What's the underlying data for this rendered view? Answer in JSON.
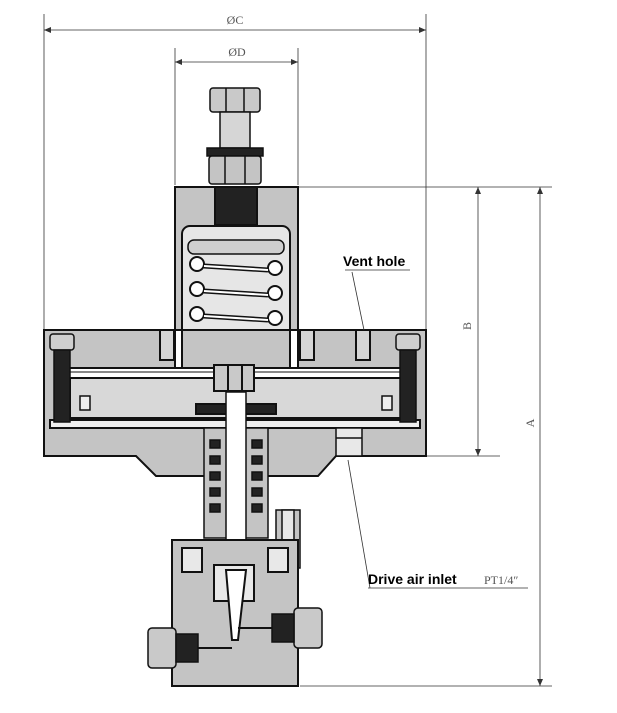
{
  "dimensions": {
    "c": "ØC",
    "d": "ØD",
    "a": "A",
    "b": "B"
  },
  "callouts": {
    "vent_hole": "Vent hole",
    "drive_air_inlet": "Drive air inlet",
    "thread_size": "PT1/4″"
  },
  "colors": {
    "body": "#c4c4c4",
    "body_light": "#dcdcdc",
    "outline": "#111111",
    "dim_line": "#333333"
  }
}
